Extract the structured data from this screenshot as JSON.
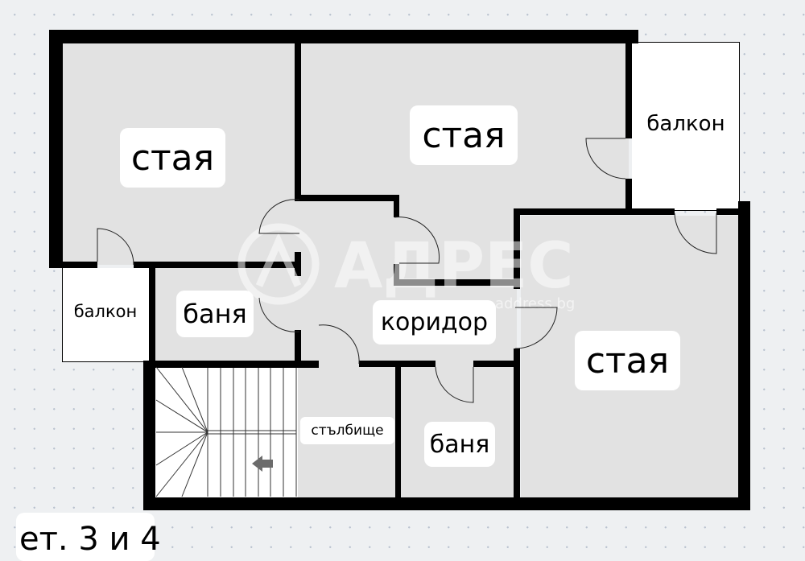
{
  "plan": {
    "rooms": [
      {
        "id": "room-nw",
        "label": "стая"
      },
      {
        "id": "room-n",
        "label": "стая"
      },
      {
        "id": "room-se",
        "label": "стая"
      },
      {
        "id": "balcony-ne",
        "label": "балкон"
      },
      {
        "id": "balcony-w",
        "label": "балкон"
      },
      {
        "id": "bath-w",
        "label": "баня"
      },
      {
        "id": "bath-s",
        "label": "баня"
      },
      {
        "id": "corridor",
        "label": "коридор"
      },
      {
        "id": "stairs",
        "label": "стълбище"
      }
    ],
    "floor_caption": "ет. 3 и 4",
    "watermark": {
      "brand": "АДРЕС",
      "domain": "address.bg"
    },
    "colors": {
      "wall": "#000000",
      "room_fill": "#e2e2e2",
      "balcony_fill": "#ffffff",
      "background": "#eef0f2",
      "arrow": "#6b6b6b"
    }
  }
}
